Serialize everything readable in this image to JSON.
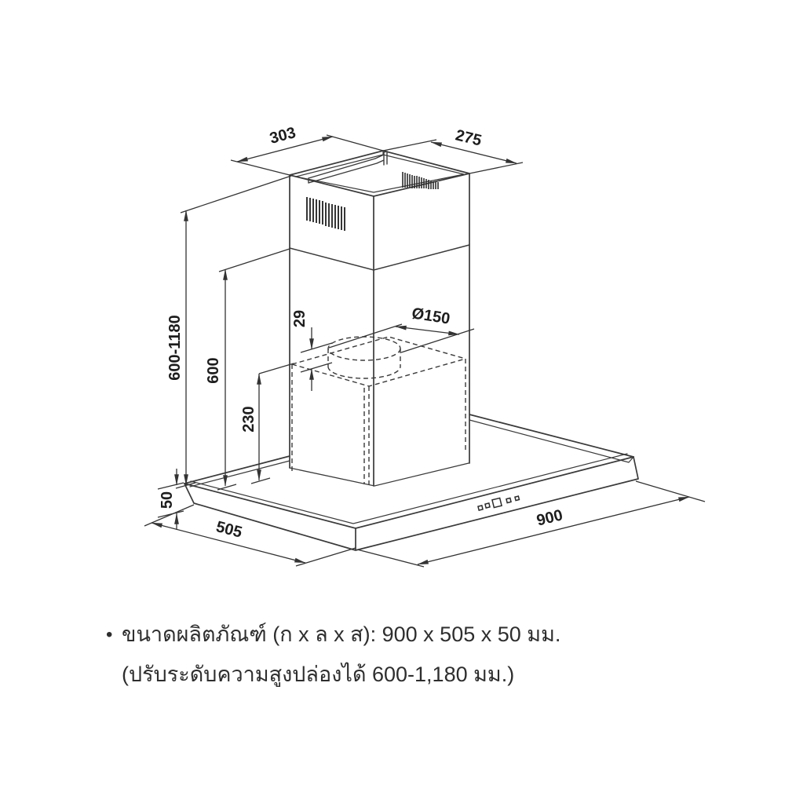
{
  "drawing": {
    "description": "isometric-technical-drawing-of-chimney-cooker-hood",
    "labels": {
      "top_width": "303",
      "top_depth": "275",
      "chimney_height_range": "600-1180",
      "chimney_section_height": "600",
      "body_height": "230",
      "collar_height": "29",
      "duct_diameter": "Ø150",
      "base_thickness": "50",
      "base_depth": "505",
      "base_width": "900"
    },
    "colors": {
      "line": "#3a3a3a",
      "dimension_line": "#333333",
      "text": "#1d1d1d",
      "background": "#ffffff"
    }
  },
  "notes": {
    "bullet": "•",
    "line1": "ขนาดผลิตภัณฑ์ (ก x ล x ส): 900 x 505 x 50 มม.",
    "line2": "(ปรับระดับความสูงปล่องได้ 600-1,180 มม.)"
  }
}
